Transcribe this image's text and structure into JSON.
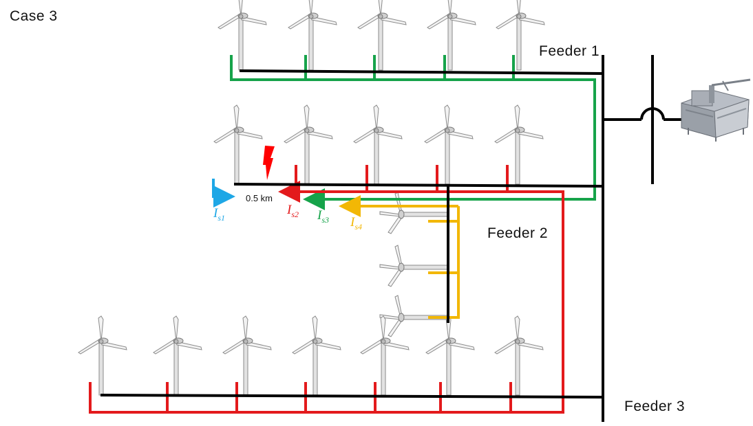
{
  "case_label": "Case 3",
  "feeders": {
    "feeder1": "Feeder 1",
    "feeder2": "Feeder 2",
    "feeder3": "Feeder 3"
  },
  "distance_label": "0.5 km",
  "currents": {
    "is1": {
      "base": "I",
      "sub": "s1",
      "color": "#1ea7e6"
    },
    "is2": {
      "base": "I",
      "sub": "s2",
      "color": "#e31a1c"
    },
    "is3": {
      "base": "I",
      "sub": "s3",
      "color": "#16a34a"
    },
    "is4": {
      "base": "I",
      "sub": "s4",
      "color": "#f2b705"
    }
  },
  "colors": {
    "bus": "#000000",
    "feeder1_path": "#16a34a",
    "feeder3_path": "#e31a1c",
    "feeder2_branch": "#f2b705",
    "fault": "#ff0000"
  }
}
